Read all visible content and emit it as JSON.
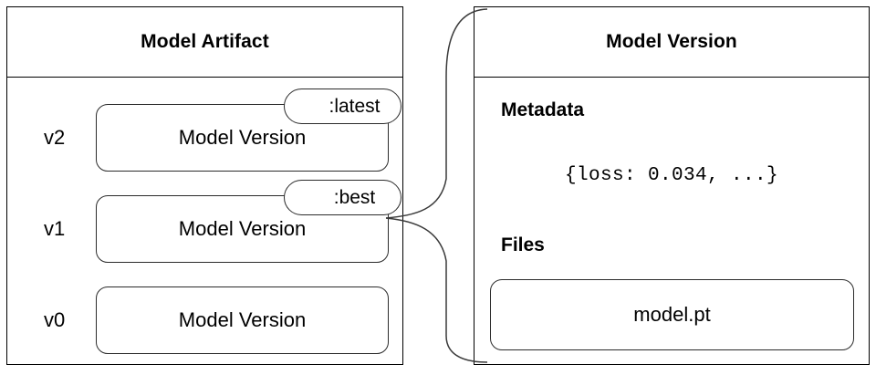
{
  "diagram": {
    "title_left": "Model Artifact",
    "title_right": "Model Version"
  },
  "artifact_panel": {
    "header": "Model Artifact",
    "rows": [
      {
        "version": "v2",
        "box_label": "Model Version",
        "alias": ":latest"
      },
      {
        "version": "v1",
        "box_label": "Model Version",
        "alias": ":best"
      },
      {
        "version": "v0",
        "box_label": "Model Version",
        "alias": null
      }
    ]
  },
  "version_panel": {
    "header": "Model Version",
    "metadata_label": "Metadata",
    "metadata_value": "{loss: 0.034, ...}",
    "files_label": "Files",
    "files": [
      {
        "name": "model.pt"
      }
    ]
  },
  "style": {
    "stroke": "#2b2b2b",
    "background": "#ffffff",
    "text": "#000000"
  }
}
